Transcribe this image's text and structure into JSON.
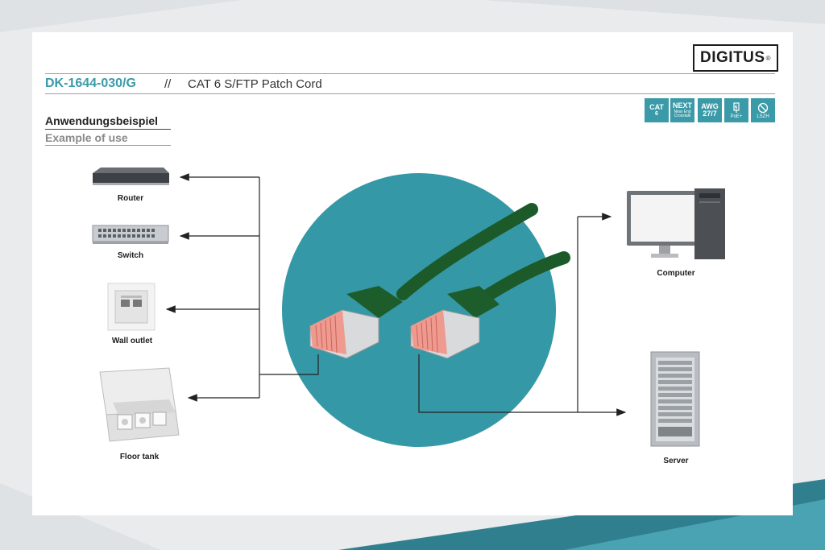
{
  "header": {
    "brand": "DIGITUS",
    "brand_mark": "®",
    "product_code": "DK-1644-030/G",
    "separator": "//",
    "product_name": "CAT 6 S/FTP Patch Cord"
  },
  "section": {
    "title": "Anwendungsbeispiel",
    "subtitle": "Example of use"
  },
  "badges": [
    {
      "main": "CAT",
      "sub": "6"
    },
    {
      "main": "NEXT",
      "sub": "Near End Crosstalk"
    },
    {
      "main": "AWG",
      "sub": "27/7"
    },
    {
      "main": "",
      "sub": "PoE+"
    },
    {
      "main": "",
      "sub": "LSZH"
    }
  ],
  "devices": {
    "router": "Router",
    "switch": "Switch",
    "wall_outlet": "Wall outlet",
    "floor_tank": "Floor tank",
    "computer": "Computer",
    "server": "Server"
  },
  "colors": {
    "accent": "#3a9aa8",
    "circle": "#3598a6",
    "cable": "#1c5a2a",
    "connector_pins": "#e8837a",
    "line": "#222222"
  },
  "icons": [
    "router-icon",
    "switch-icon",
    "wall-outlet-icon",
    "floor-tank-icon",
    "computer-icon",
    "server-icon",
    "poe-icon",
    "lszh-icon"
  ]
}
